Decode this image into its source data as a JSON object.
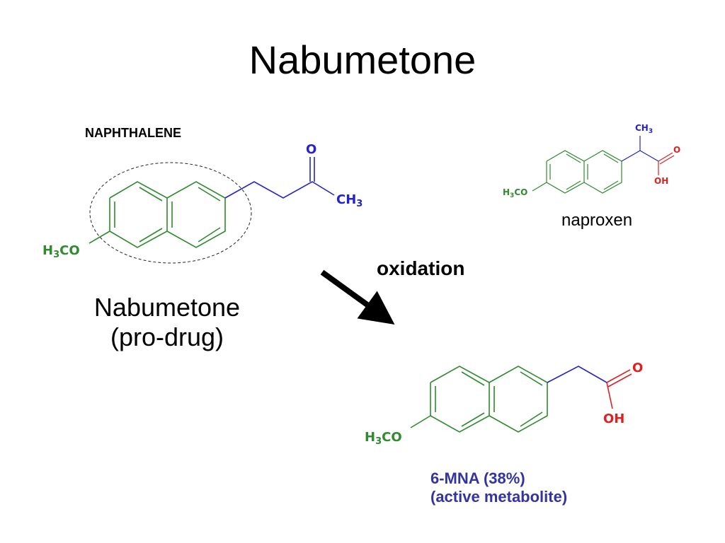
{
  "title": "Nabumetone",
  "labels": {
    "naphthalene": "NAPHTHALENE",
    "naproxen": "naproxen",
    "oxidation": "oxidation"
  },
  "nabumetone_caption": {
    "line1": "Nabumetone",
    "line2": "(pro-drug)"
  },
  "metabolite_caption": {
    "line1": "6-MNA (38%)",
    "line2": "(active metabolite)"
  },
  "atoms": {
    "h3co_main": "H3CO",
    "h3co_naproxen": "H3CO",
    "h3co_mna": "H3CO",
    "o_ketone": "O",
    "ch3_ketone": "CH3",
    "ch3_naproxen": "CH3",
    "o_naproxen": "O",
    "oh_naproxen": "OH",
    "o_mna": "O",
    "oh_mna": "OH"
  },
  "colors": {
    "ring_green": "#2e8b2e",
    "chain_blue": "#2323c8",
    "acid_red": "#e02020",
    "metabolite_text": "#3434a0"
  }
}
